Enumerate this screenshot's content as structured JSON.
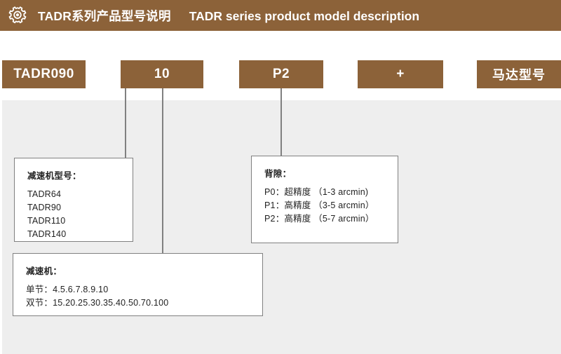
{
  "header": {
    "icon": "gear-icon",
    "title_cn": "TADR系列产品型号说明",
    "title_en": "TADR series product model description",
    "background_color": "#8c6239",
    "text_color": "#ffffff"
  },
  "code_boxes": [
    {
      "id": "model",
      "label": "TADR090",
      "has_connector": true
    },
    {
      "id": "ratio",
      "label": "10",
      "has_connector": true
    },
    {
      "id": "backlash",
      "label": "P2",
      "has_connector": true
    },
    {
      "id": "plus",
      "label": "+",
      "has_connector": false
    },
    {
      "id": "motor",
      "label": "马达型号",
      "has_connector": false
    }
  ],
  "info_boxes": {
    "model": {
      "title": "减速机型号：",
      "lines": [
        "TADR64",
        "TADR90",
        "TADR110",
        "TADR140"
      ]
    },
    "backlash": {
      "title": "背隙：",
      "lines": [
        "P0：超精度 （1-3 arcmin)",
        "P1：高精度 （3-5 arcmin）",
        "P2：高精度 （5-7 arcmin）"
      ]
    },
    "ratio": {
      "title": "减速机：",
      "lines": [
        "单节：4.5.6.7.8.9.10",
        "双节：15.20.25.30.35.40.50.70.100"
      ]
    }
  },
  "colors": {
    "brand_brown": "#8c6239",
    "panel_grey": "#eeeeee",
    "line_grey": "#808080",
    "box_white": "#ffffff",
    "text_dark": "#222222"
  }
}
